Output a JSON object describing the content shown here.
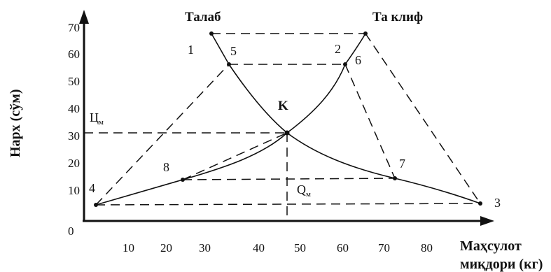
{
  "diagram": {
    "x_axis": {
      "ticks": [
        "0",
        "10",
        "20",
        "30",
        "40",
        "50",
        "60",
        "70",
        "80"
      ],
      "label_line1": "Маҳсулот",
      "label_line2": "миқдори (кг)"
    },
    "y_axis": {
      "ticks": [
        "10",
        "20",
        "30",
        "40",
        "50",
        "60",
        "70"
      ],
      "label": "Нарх (сўм)"
    },
    "curve_labels": {
      "demand": "Талаб",
      "supply": "Та клиф"
    },
    "equilibrium": {
      "label": "K",
      "price_label": "Ц",
      "price_sub": "м",
      "quantity_label": "Q",
      "quantity_sub": "м"
    },
    "point_labels": [
      "1",
      "2",
      "3",
      "4",
      "5",
      "6",
      "7",
      "8"
    ]
  }
}
